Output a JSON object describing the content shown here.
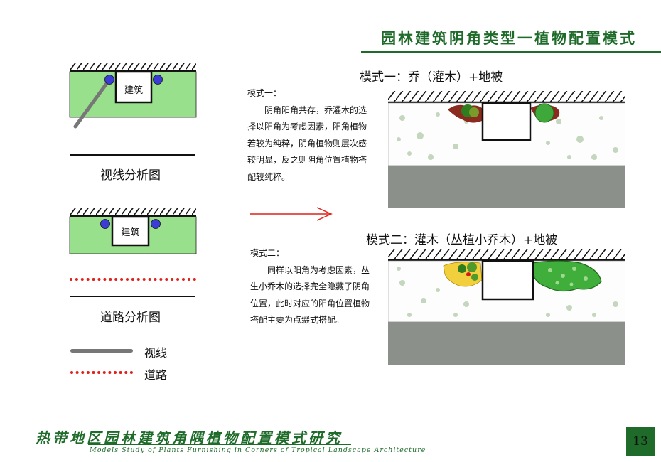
{
  "header": {
    "title": "园林建筑阴角类型一植物配置模式"
  },
  "sight_diagram": {
    "building_label": "建筑",
    "caption": "视线分析图"
  },
  "road_diagram": {
    "building_label": "建筑",
    "caption": "道路分析图"
  },
  "legend": {
    "sight_label": "视线",
    "road_label": "道路"
  },
  "mode1": {
    "title": "模式一：乔（灌木）+地被",
    "desc_head": "模式一：",
    "desc_body": "阴角阳角共存，乔灌木的选择以阳角为考虑因素，阳角植物若较为纯粹，阴角植物则层次感较明显，反之则阴角位置植物搭配较纯粹。"
  },
  "mode2": {
    "title": "模式二：灌木（丛植小乔木）+地被",
    "desc_head": "模式二：",
    "desc_body": "同样以阳角为考虑因素，丛生小乔木的选择完全隐藏了阴角位置，此时对应的阳角位置植物搭配主要为点缀式搭配。"
  },
  "footer": {
    "title": "热带地区园林建筑角隅植物配置模式研究",
    "subtitle": "Models Study of Plants Furnishing in Corners of Tropical Landscape Architecture",
    "page_number": "13"
  },
  "colors": {
    "brand_green": "#1e6b2a",
    "lawn_green": "#99e08c",
    "node_blue": "#3b3bd6",
    "road_red": "#e0201a",
    "road_gray": "#8c908a",
    "sight_gray": "#777777"
  }
}
